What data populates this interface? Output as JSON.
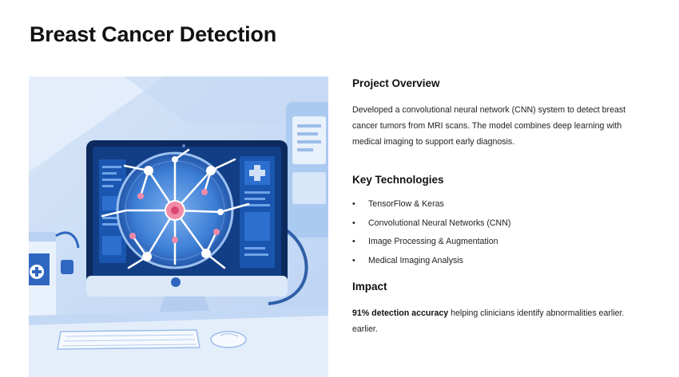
{
  "page": {
    "title": "Breast Cancer Detection"
  },
  "overview": {
    "heading": "Project Overview",
    "body": "Developed a convolutional neural network (CNN) system to detect breast cancer tumors from MRI scans. The model combines deep learning with medical imaging to support early diagnosis."
  },
  "technologies": {
    "heading": "Key Technologies",
    "bullet": "•",
    "items": [
      "TensorFlow & Keras",
      "Convolutional Neural Networks (CNN)",
      "Image Processing & Augmentation",
      "Medical Imaging Analysis"
    ]
  },
  "impact": {
    "heading": "Impact",
    "highlight": "91% detection accuracy",
    "body": " helping clinicians identify abnormalities earlier. earlier."
  },
  "colors": {
    "illustration_bg": "#cfe0f7",
    "screen_dark": "#123e86",
    "accent_pink": "#f08aa8"
  },
  "icons": [
    "medical-cross-icon",
    "apple-logo-icon"
  ]
}
